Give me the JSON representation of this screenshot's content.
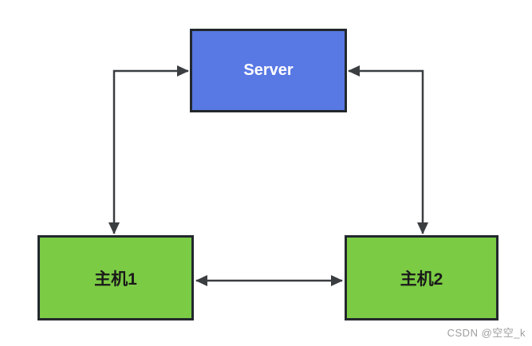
{
  "diagram": {
    "nodes": [
      {
        "id": "server",
        "label": "Server",
        "shape": "rect",
        "fill": "#5878E4",
        "text_color": "#FFFFFF"
      },
      {
        "id": "host1",
        "label": "主机1",
        "shape": "rect",
        "fill": "#7BCB44",
        "text_color": "#1A1A1A"
      },
      {
        "id": "host2",
        "label": "主机2",
        "shape": "rect",
        "fill": "#7BCB44",
        "text_color": "#1A1A1A"
      }
    ],
    "edges": [
      {
        "from": "host1",
        "to": "server",
        "type": "elbow",
        "arrows": "both"
      },
      {
        "from": "host2",
        "to": "server",
        "type": "elbow",
        "arrows": "both"
      },
      {
        "from": "host1",
        "to": "host2",
        "type": "straight",
        "arrows": "both"
      }
    ]
  },
  "colors": {
    "background": "#FFFFFF",
    "server_fill": "#5878E4",
    "host_fill": "#7BCB44",
    "node_border": "#23282D",
    "arrow": "#3A3E41",
    "watermark": "#9E9E9E"
  },
  "watermark": {
    "text": "CSDN @空空_k"
  }
}
